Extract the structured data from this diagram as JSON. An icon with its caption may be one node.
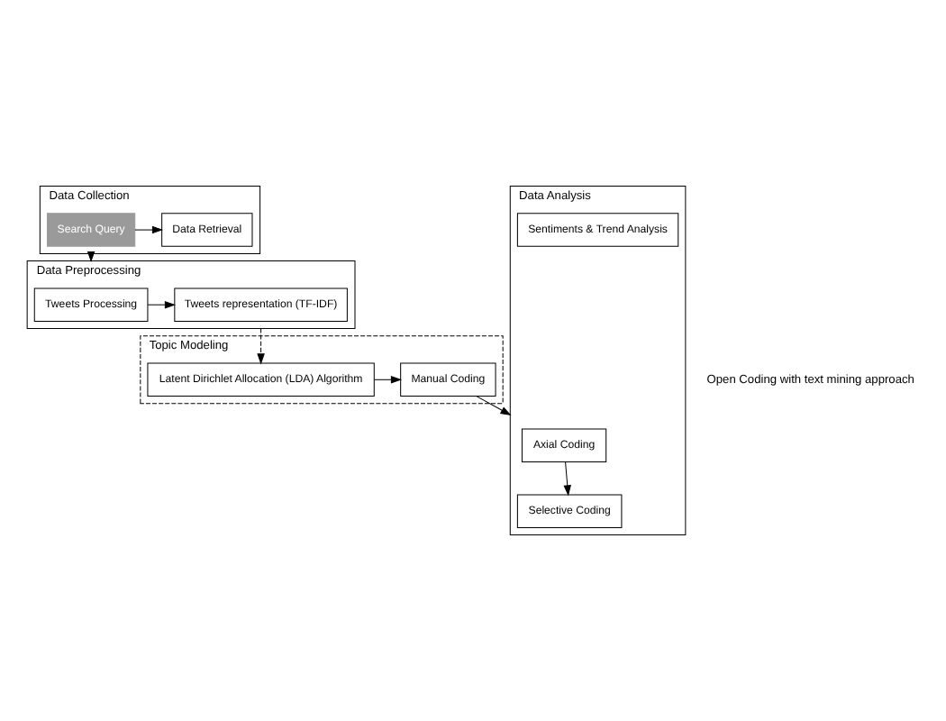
{
  "diagram": {
    "nodes": [
      {
        "text": [
          "Data Collection"
        ]
      },
      {
        "text": [
          "Data Retrieval"
        ],
        "in": 0
      },
      {
        "text": [
          "Search Query"
        ],
        "in": 0
      },
      {
        "text": [
          "Data Preprocessing"
        ]
      },
      {
        "text": [
          "Tweets Processing"
        ],
        "in": 3
      },
      {
        "text": [
          "Tweets representation (TF-IDF)"
        ],
        "in": 3
      },
      {
        "text": [
          "Topic Modeling"
        ]
      },
      {
        "text": [
          "Manual Coding"
        ],
        "in": 6
      },
      {
        "text": [
          "Latent Dirichlet Allocation (LDA) Algorithm"
        ],
        "in": 6
      },
      {
        "text": [
          "Data Analysis"
        ]
      },
      {
        "text": [
          "Axial Coding"
        ],
        "in": 9
      },
      {
        "text": [
          "Selective Coding"
        ],
        "in": 9
      },
      {
        "text": [
          "Sentiments & Trend Analysis"
        ],
        "in": 9
      }
    ],
    "edges": [
      {
        "from": 2,
        "to": 1,
        "arrow": "to"
      },
      {
        "from": 0,
        "to": 3,
        "arrow": "to"
      },
      {
        "from": 4,
        "to": 5,
        "arrow": "to"
      },
      {
        "from": 3,
        "to": 8,
        "arrow": "to",
        "style": "dashed"
      },
      {
        "from": 8,
        "to": 7,
        "arrow": "to"
      },
      {
        "from": 7,
        "to": 9,
        "arrow": "to"
      },
      {
        "from": 10,
        "to": 11,
        "arrow": "to"
      }
    ],
    "labels": [
      "Open Coding with text mining approach"
    ]
  }
}
